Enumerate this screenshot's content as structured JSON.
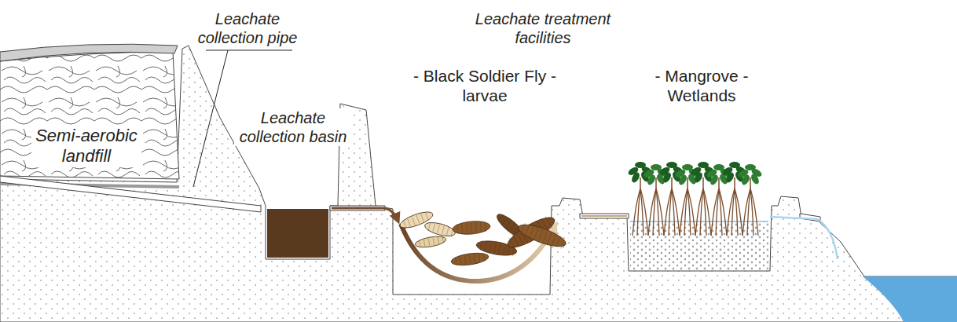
{
  "diagram": {
    "labels": [
      "Leachate collection pipe",
      "Semi-aerobic landfill",
      "Leachate collection basin",
      "Leachate treatment facilities",
      "- Black Soldier Fly - larvae",
      "- Mangrove - Wetlands"
    ]
  }
}
